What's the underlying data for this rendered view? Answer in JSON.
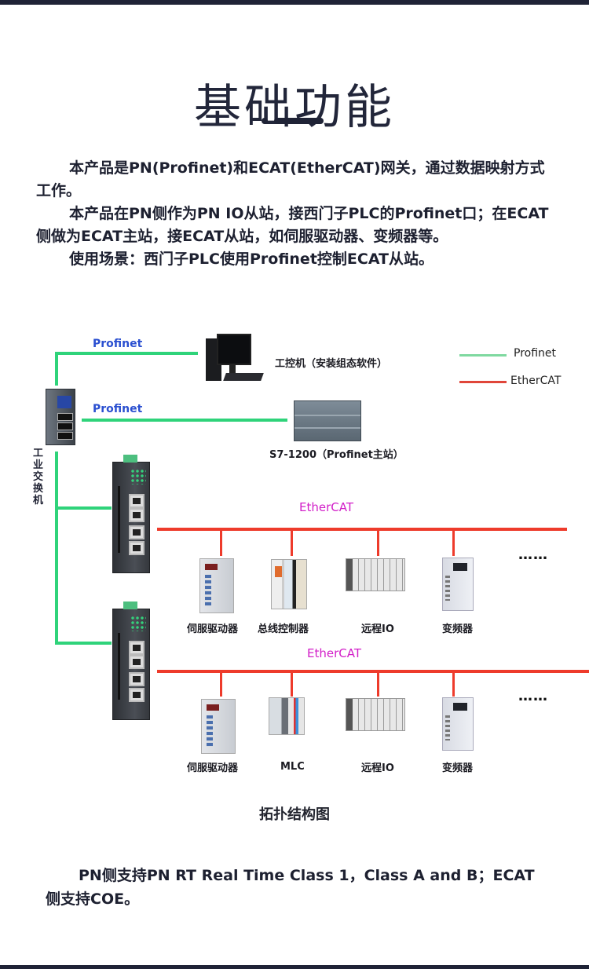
{
  "header": {
    "title": "基础功能"
  },
  "intro": {
    "paragraphs": [
      "本产品是PN(Profinet)和ECAT(EtherCAT)网关，通过数据映射方式工作。",
      "本产品在PN侧作为PN IO从站，接西门子PLC的Profinet口；在ECAT侧做为ECAT主站，接ECAT从站，如伺服驱动器、变频器等。",
      "使用场景：西门子PLC使用Profinet控制ECAT从站。"
    ]
  },
  "diagram": {
    "legend": [
      {
        "label": "Profinet",
        "color": "#7fd9a0"
      },
      {
        "label": "EtherCAT",
        "color": "#e0463a"
      }
    ],
    "colors": {
      "profinet_line": "#2fd37a",
      "ethercat_line": "#ee3b2b",
      "profinet_label": "#2a4fd0",
      "ethercat_label": "#d21ec8"
    },
    "profinet_labels": [
      "Profinet",
      "Profinet"
    ],
    "switch_label": "工业交换机",
    "pc_label": "工控机（安装组态软件）",
    "plc_label": "S7-1200（Profinet主站）",
    "ethercat_label": "EtherCAT",
    "bus1_devices": [
      "伺服驱动器",
      "总线控制器",
      "远程IO",
      "变频器"
    ],
    "bus2_devices": [
      "伺服驱动器",
      "MLC",
      "远程IO",
      "变频器"
    ],
    "ellipsis": "……"
  },
  "caption": "拓扑结构图",
  "outro": "PN侧支持PN RT Real Time Class 1，Class A and B；ECAT侧支持COE。"
}
